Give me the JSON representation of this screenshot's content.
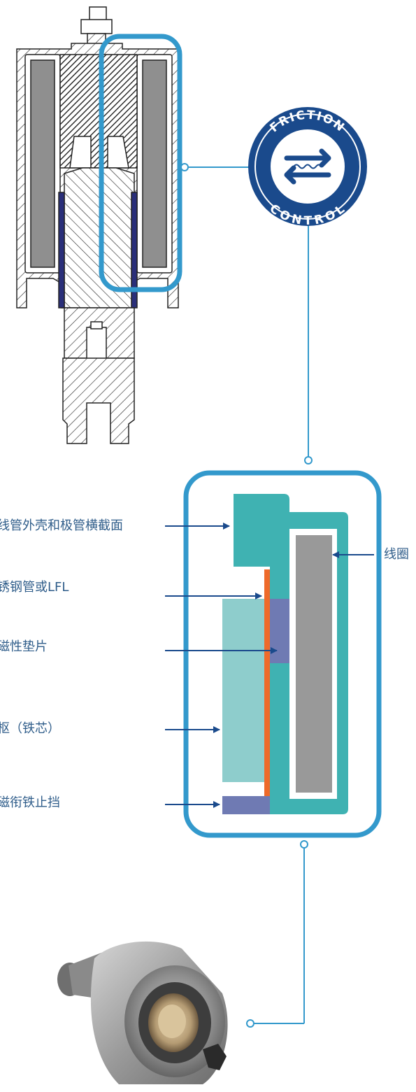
{
  "badge": {
    "top_text": "FRICTION",
    "bottom_text": "CONTROL",
    "icon": "bidirectional-arrows-wave-icon"
  },
  "labels": {
    "housing": "线管外壳和极管横截面",
    "tube": "锈钢管或LFL",
    "shim": "磁性垫片",
    "armature": "枢（铁芯）",
    "stop": "磁衔铁止挡",
    "coil": "线圈"
  },
  "photo": {
    "icon": "solenoid-photo"
  },
  "colors": {
    "accent_blue": "#3399cc",
    "navy": "#1a4a8c",
    "teal": "#3fb2b2",
    "light_teal": "#8ecdcc",
    "coil_gray": "#999999",
    "shim_purple": "#6f7ab3",
    "tube_orange": "#ee6a2a",
    "label_blue": "#2f5d8a"
  }
}
